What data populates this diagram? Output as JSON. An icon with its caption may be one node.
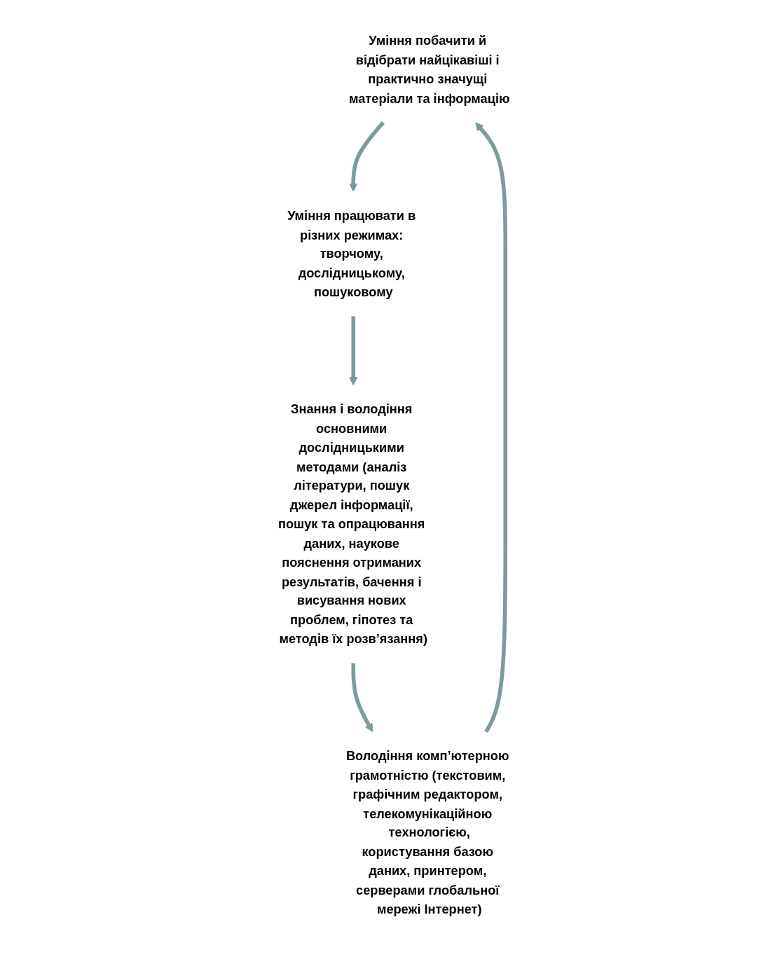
{
  "diagram": {
    "nodes": [
      {
        "text": [
          "Уміння побачити й відібрати найцікавіші і практично значущі матеріали та інформацію"
        ]
      },
      {
        "text": [
          "Уміння працювати в різних режимах: творчому, дослідницькому, пошуковому"
        ]
      },
      {
        "text": [
          "Знання і володіння основними дослідницькими методами (аналіз літератури, пошук джерел інформації, пошук та опрацювання даних, наукове пояснення отриманих результатів, бачення і висування нових проблем, гіпотез та методів їх розв’язання)"
        ]
      },
      {
        "text": [
          "Володіння комп’ютерною грамотністю (текстовим, графічним редактором, телекомунікаційною технологією,",
          "користування базою даних, принтером, серверами глобальної мережі Інтернет)"
        ]
      }
    ],
    "edges": [
      {
        "from": 0,
        "to": 1,
        "arrow": "to"
      },
      {
        "from": 1,
        "to": 2,
        "arrow": "to"
      },
      {
        "from": 2,
        "to": 3,
        "arrow": "to"
      },
      {
        "from": 3,
        "to": 0,
        "arrow": "to"
      }
    ]
  }
}
